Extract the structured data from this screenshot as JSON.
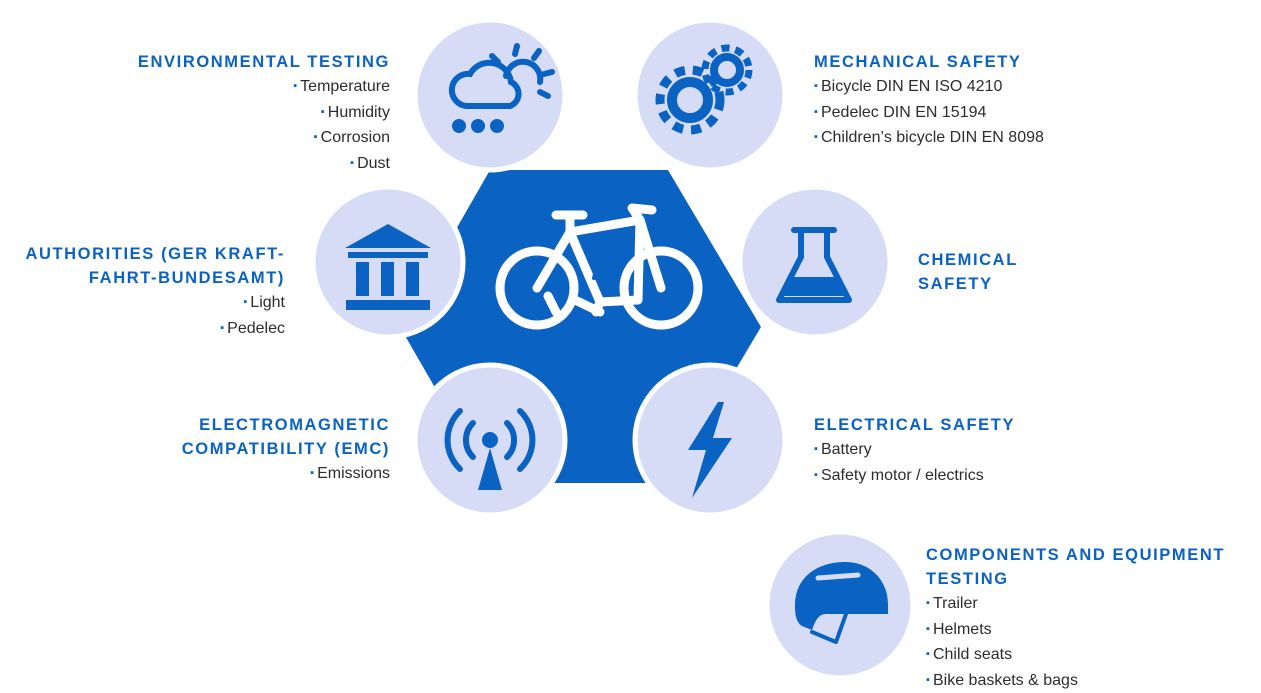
{
  "center": {
    "icon": "e-bike-icon"
  },
  "colors": {
    "primary": "#0a62c2",
    "circle": "#d6dcf5",
    "text": "#2c2c2c"
  },
  "categories": [
    {
      "key": "environmental",
      "title_lines": [
        "ENVIRONMENTAL TESTING"
      ],
      "icon": "weather-icon",
      "items": [
        "Temperature",
        "Humidity",
        "Corrosion",
        "Dust"
      ]
    },
    {
      "key": "mechanical",
      "title_lines": [
        "MECHANICAL SAFETY"
      ],
      "icon": "gears-icon",
      "items": [
        "Bicycle DIN EN ISO 4210",
        "Pedelec DIN EN 15194",
        "Children’s bicycle DIN EN 8098"
      ]
    },
    {
      "key": "authorities",
      "title_lines": [
        "AUTHORITIES (GER KRAFT-",
        "FAHRT-BUNDESAMT)"
      ],
      "icon": "government-building-icon",
      "items": [
        "Light",
        "Pedelec"
      ]
    },
    {
      "key": "chemical",
      "title_lines": [
        "CHEMICAL",
        "SAFETY"
      ],
      "icon": "flask-icon",
      "items": []
    },
    {
      "key": "emc",
      "title_lines": [
        "ELECTROMAGNETIC",
        "COMPATIBILITY (EMC)"
      ],
      "icon": "antenna-icon",
      "items": [
        "Emissions"
      ]
    },
    {
      "key": "electrical",
      "title_lines": [
        "ELECTRICAL SAFETY"
      ],
      "icon": "lightning-bolt-icon",
      "items": [
        "Battery",
        "Safety motor / electrics"
      ]
    },
    {
      "key": "components",
      "title_lines": [
        "COMPONENTS AND EQUIPMENT",
        "TESTING"
      ],
      "icon": "helmet-icon",
      "items": [
        "Trailer",
        "Helmets",
        "Child seats",
        "Bike baskets & bags"
      ]
    }
  ]
}
